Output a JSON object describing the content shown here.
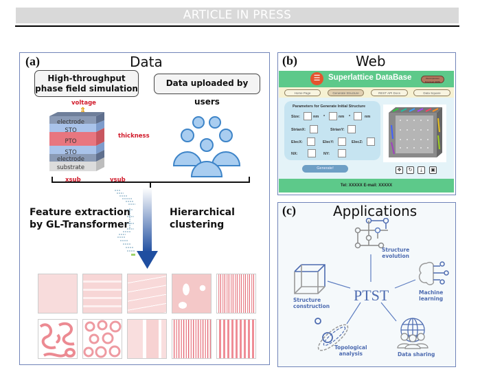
{
  "header": {
    "banner": "ARTICLE IN PRESS"
  },
  "panel_a": {
    "label": "(a)",
    "title": "Data",
    "box_simulation": [
      "High-throughput",
      "phase field simulation"
    ],
    "box_uploaded": "Data uploaded by users",
    "stack": {
      "voltage": "voltage",
      "layers": [
        "electrode",
        "STO",
        "PTO",
        "STO",
        "electrode",
        "substrate"
      ],
      "thickness": "thickness",
      "xsub": "xsub",
      "ysub": "ysub"
    },
    "feature_extraction": [
      "Feature extraction",
      "by GL-Transformer"
    ],
    "hierarchical": [
      "Hierarchical",
      "clustering"
    ],
    "tiles_row1": [
      "uniform",
      "horizontal-stripes",
      "wavy-stripes",
      "bubble-domains",
      "noisy-vertical"
    ],
    "tiles_row2": [
      "labyrinth",
      "rings",
      "wide-vertical",
      "dense-noisy-vertical",
      "vertical-stripes"
    ]
  },
  "panel_b": {
    "label": "(b)",
    "title": "Web",
    "site_title": "Superlattice DataBase",
    "download_badge": "Decompressor Download HERE",
    "nav": [
      "Home Page",
      "Generate Structure",
      "REST API Docs",
      "Data Square"
    ],
    "form_title": "Parameters for Generate Initial Structure",
    "fields": {
      "size": "Size:",
      "nm": "nm",
      "times": "*",
      "strain_x": "StrianX:",
      "strain_y": "StrianY:",
      "elec_x": "ElecX:",
      "elec_y": "ElecY:",
      "elec_z": "ElecZ:",
      "nx": "NX:",
      "ny": "NY:"
    },
    "generate_button": "Generate!",
    "footer": "Tel: XXXXX    E-mail: XXXXX",
    "tool_icons": [
      "move-icon",
      "rotate-icon",
      "download-icon",
      "save-icon"
    ]
  },
  "panel_c": {
    "label": "(c)",
    "title": "Applications",
    "center": "PTST",
    "apps": {
      "evolution": [
        "Structure",
        "evolution"
      ],
      "construction": [
        "Structure",
        "construction"
      ],
      "ml": [
        "Machine",
        "learning"
      ],
      "topo": [
        "Topological",
        "analysis"
      ],
      "sharing": [
        "Data sharing"
      ]
    }
  },
  "colors": {
    "panel_border": "#6f83b8",
    "accent_red": "#d11a2a",
    "web_green": "#5dc98a",
    "app_blue": "#4d6bb0"
  }
}
